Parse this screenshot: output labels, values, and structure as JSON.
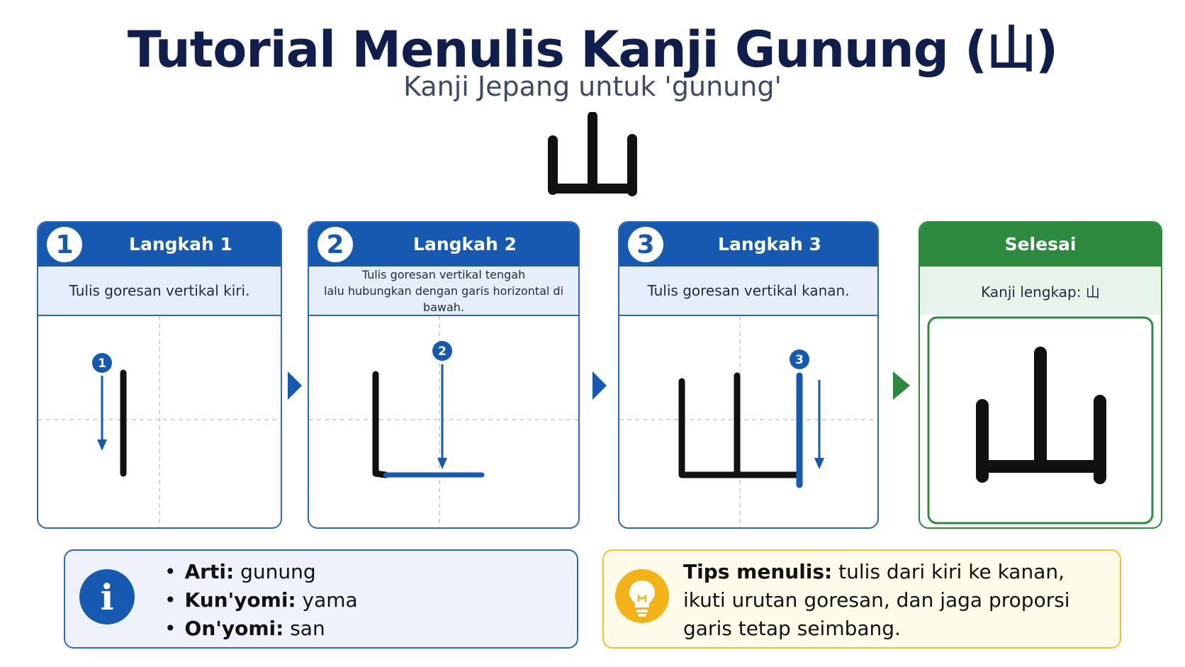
{
  "header": {
    "title": "Tutorial Menulis Kanji Gunung (山)",
    "subtitle": "Kanji Jepang untuk 'gunung'"
  },
  "steps": [
    {
      "number": "1",
      "label": "Langkah 1",
      "description": "Tulis goresan vertikal kiri."
    },
    {
      "number": "2",
      "label": "Langkah 2",
      "description_line1": "Tulis goresan vertikal tengah",
      "description_line2": "lalu hubungkan dengan garis horizontal di bawah."
    },
    {
      "number": "3",
      "label": "Langkah 3",
      "description": "Tulis goresan vertikal kanan."
    }
  ],
  "done": {
    "label": "Selesai",
    "description": "Kanji lengkap: 山"
  },
  "info": {
    "items": [
      {
        "key": "Arti:",
        "value": "gunung"
      },
      {
        "key": "Kun'yomi:",
        "value": "yama"
      },
      {
        "key": "On'yomi:",
        "value": "san"
      }
    ]
  },
  "tips": {
    "key": "Tips menulis:",
    "text": "tulis dari kiri ke kanan, ikuti urutan goresan, dan jaga proporsi garis tetap seimbang."
  },
  "colors": {
    "step_blue": "#1659b0",
    "done_green": "#2b8a3e",
    "tips_yellow": "#f2b318",
    "ink": "#111111"
  },
  "icons": [
    "step-number-badge",
    "stroke-direction-arrow",
    "next-step-arrow",
    "info-icon",
    "lightbulb-icon"
  ]
}
